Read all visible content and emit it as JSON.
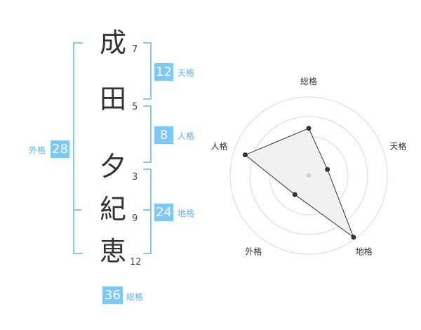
{
  "name": {
    "chars": [
      {
        "char": "成",
        "strokes": "7"
      },
      {
        "char": "田",
        "strokes": "5"
      },
      {
        "char": "夕",
        "strokes": "3"
      },
      {
        "char": "紀",
        "strokes": "9"
      },
      {
        "char": "恵",
        "strokes": "12"
      }
    ]
  },
  "kaku": {
    "tenkaku": {
      "value": "12",
      "label": "天格"
    },
    "jinkaku": {
      "value": "8",
      "label": "人格"
    },
    "chikaku": {
      "value": "24",
      "label": "地格"
    },
    "gaikaku": {
      "value": "28",
      "label": "外格"
    },
    "soukaku": {
      "value": "36",
      "label": "総格"
    }
  },
  "colors": {
    "accent": "#7ec8f5",
    "bracket": "#89c6f0",
    "grid": "#d9d9d9",
    "polygon_fill": "#efefef",
    "polygon_stroke": "#333333"
  },
  "chart_data": {
    "type": "radar",
    "axes": [
      "総格",
      "天格",
      "地格",
      "外格",
      "人格"
    ],
    "values": [
      0.6,
      0.25,
      0.97,
      0.3,
      0.85
    ],
    "rings": 4,
    "range": [
      0,
      1
    ]
  }
}
